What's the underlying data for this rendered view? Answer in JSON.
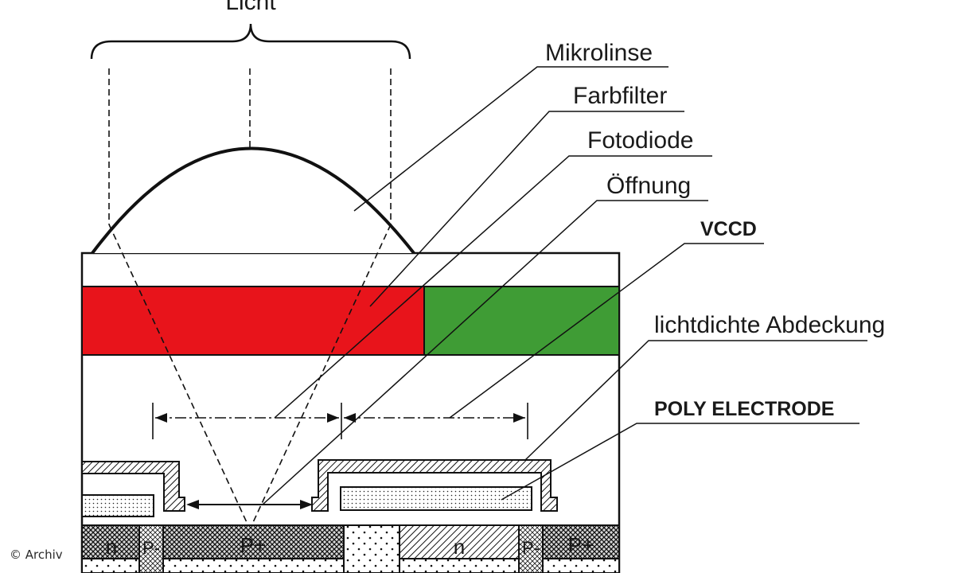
{
  "labels": {
    "licht": "Licht",
    "mikrolinse": "Mikrolinse",
    "farbfilter": "Farbfilter",
    "fotodiode": "Fotodiode",
    "oeffnung": "Öffnung",
    "vccd": "VCCD",
    "abdeckung": "lichtdichte Abdeckung",
    "poly": "POLY ELECTRODE"
  },
  "regions": {
    "n_left": "n",
    "p_minus_left": "P-",
    "p_plus_center": "P+",
    "n_right": "n",
    "p_minus_right": "P-",
    "p_plus_right": "P+"
  },
  "credit": "© Archiv",
  "colors": {
    "filter_red": "#e8141b",
    "filter_green": "#3f9c35",
    "line": "#111111"
  }
}
